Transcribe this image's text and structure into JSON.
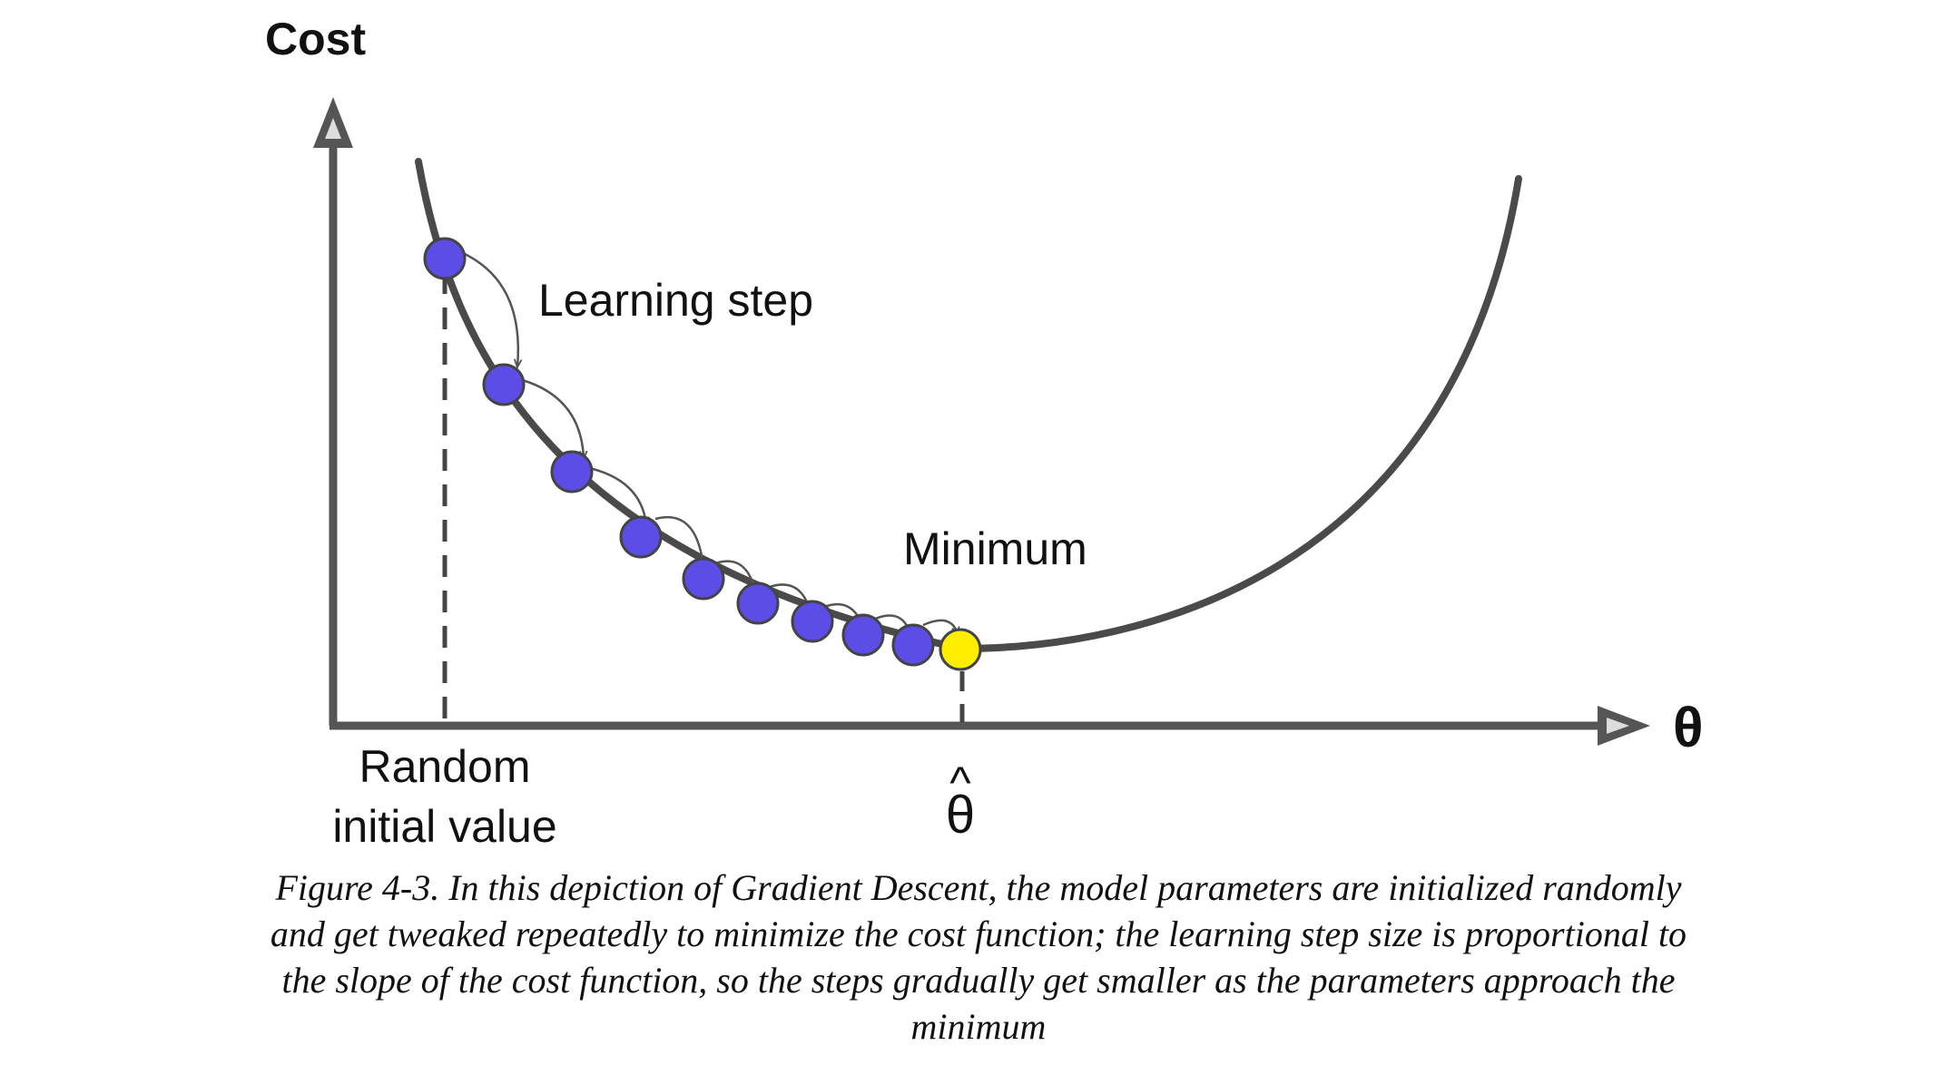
{
  "diagram": {
    "y_axis_label": "Cost",
    "x_axis_label": "θ",
    "learning_step_label": "Learning step",
    "minimum_label": "Minimum",
    "random_initial_label_line1": "Random",
    "random_initial_label_line2": "initial value",
    "theta_hat_caret": "^",
    "theta_hat_symbol": "θ",
    "colors": {
      "curve": "#4a4a4a",
      "axis": "#555555",
      "step_point": "#5b4de6",
      "minimum_point": "#ffee00",
      "arrow": "#555555"
    },
    "step_count": 9
  },
  "caption": {
    "text": "Figure 4-3. In this depiction of Gradient Descent, the model parameters are initialized randomly and get tweaked repeatedly to minimize the cost function; the learning step size is proportional to the slope of the cost function, so the steps gradually get smaller as the parameters approach the minimum"
  }
}
